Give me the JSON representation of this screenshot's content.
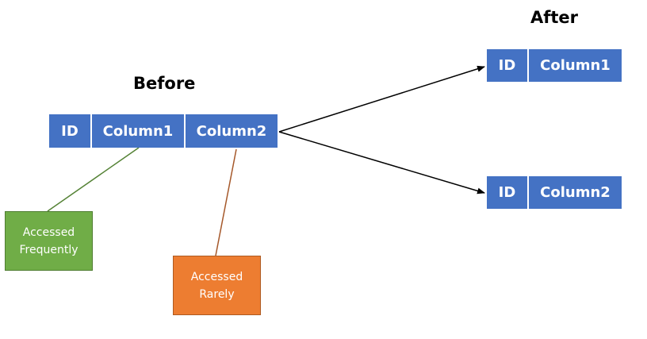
{
  "labels": {
    "before": "Before",
    "after": "After"
  },
  "before_table": {
    "columns": [
      "ID",
      "Column1",
      "Column2"
    ]
  },
  "after_tables": [
    {
      "columns": [
        "ID",
        "Column1"
      ]
    },
    {
      "columns": [
        "ID",
        "Column2"
      ]
    }
  ],
  "annotations": {
    "frequent": "Accessed\nFrequently",
    "rare": "Accessed\nRarely"
  },
  "colors": {
    "table_fill": "#4472C4",
    "frequent_fill": "#70AD47",
    "frequent_border": "#507E32",
    "rare_fill": "#ED7D31",
    "rare_border": "#AE5A21",
    "frequent_line": "#548235",
    "rare_line": "#A5582A",
    "arrow": "#000000"
  }
}
